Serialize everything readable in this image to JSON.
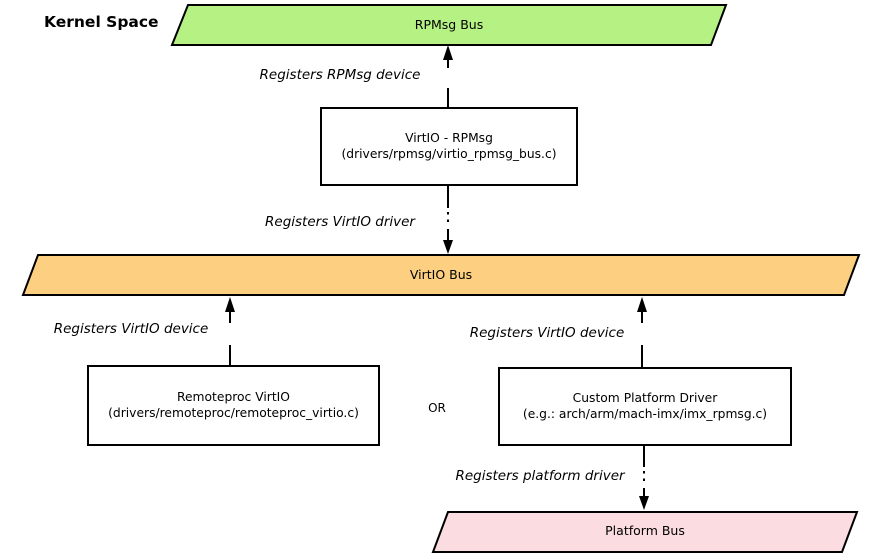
{
  "title": "Kernel Space",
  "colors": {
    "rpmsg_bus": "#b5f183",
    "virtio_bus": "#fccf81",
    "platform_bus": "#fbdce0",
    "stroke": "#000000"
  },
  "buses": {
    "rpmsg": {
      "label": "RPMsg Bus"
    },
    "virtio": {
      "label": "VirtIO Bus"
    },
    "platform": {
      "label": "Platform Bus"
    }
  },
  "boxes": {
    "virtio_rpmsg": {
      "line1": "VirtIO - RPMsg",
      "line2": "(drivers/rpmsg/virtio_rpmsg_bus.c)"
    },
    "remoteproc_virtio": {
      "line1": "Remoteproc VirtIO",
      "line2": "(drivers/remoteproc/remoteproc_virtio.c)"
    },
    "custom_platform": {
      "line1": "Custom Platform Driver",
      "line2": "(e.g.: arch/arm/mach-imx/imx_rpmsg.c)"
    }
  },
  "edge_labels": {
    "registers_rpmsg_device": "Registers RPMsg device",
    "registers_virtio_driver": "Registers VirtIO driver",
    "registers_virtio_device_left": "Registers VirtIO device",
    "registers_virtio_device_right": "Registers VirtIO device",
    "registers_platform_driver": "Registers platform driver",
    "or": "OR"
  }
}
